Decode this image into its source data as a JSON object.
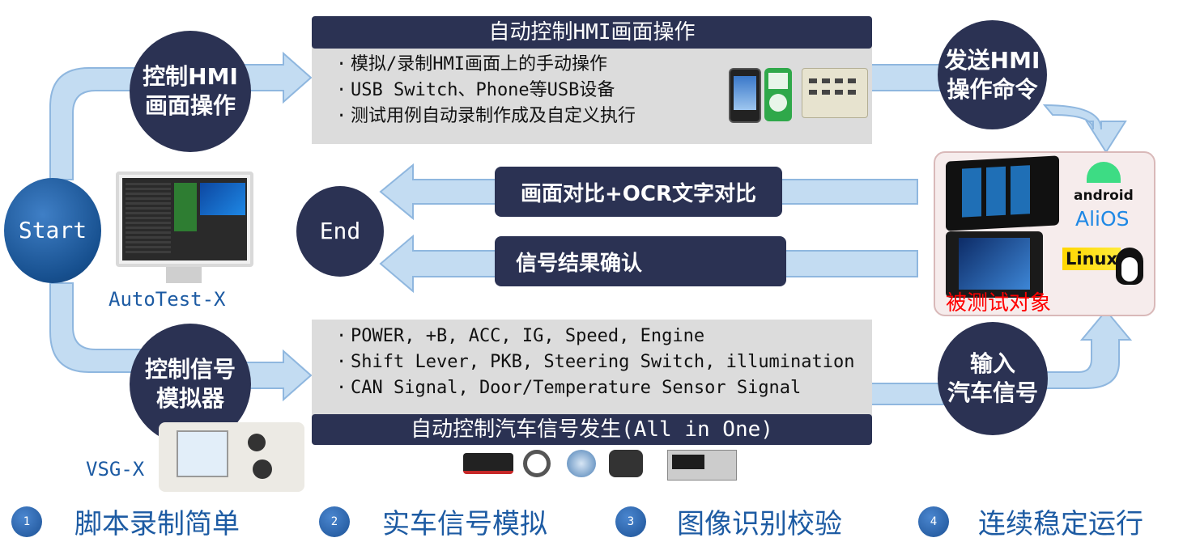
{
  "nodes": {
    "start": "Start",
    "end": "End",
    "hmi_control": "控制HMI\n画面操作",
    "signal_control": "控制信号\n模拟器",
    "send_hmi": "发送HMI\n操作命令",
    "input_signal": "输入\n汽车信号"
  },
  "hmi_panel": {
    "title": "自动控制HMI画面操作",
    "bullets": [
      "模拟/录制HMI画面上的手动操作",
      "USB Switch、Phone等USB设备",
      "测试用例自动录制作成及自定义执行"
    ]
  },
  "signal_panel": {
    "title": "自动控制汽车信号发生(All in One)",
    "bullets": [
      "POWER, +B, ACC, IG, Speed, Engine",
      "Shift Lever, PKB, Steering Switch, illumination",
      "CAN Signal, Door/Temperature Sensor Signal"
    ]
  },
  "checks": {
    "ocr": "画面对比+OCR文字对比",
    "signal_result": "信号结果确认"
  },
  "products": {
    "autotest": "AutoTest-X",
    "vsg": "VSG-X"
  },
  "dut": {
    "label": "被测试对象",
    "os": [
      "android",
      "AliOS",
      "Linux"
    ]
  },
  "features": [
    {
      "num": "1",
      "text": "脚本录制简单"
    },
    {
      "num": "2",
      "text": "实车信号模拟"
    },
    {
      "num": "3",
      "text": "图像识别校验"
    },
    {
      "num": "4",
      "text": "连续稳定运行"
    }
  ],
  "colors": {
    "navy": "#2b3253",
    "arrow": "#c3dcf2",
    "arrow_stroke": "#8fb7df",
    "feature_blue": "#1d5ba3",
    "dut_red": "#ff0000"
  }
}
